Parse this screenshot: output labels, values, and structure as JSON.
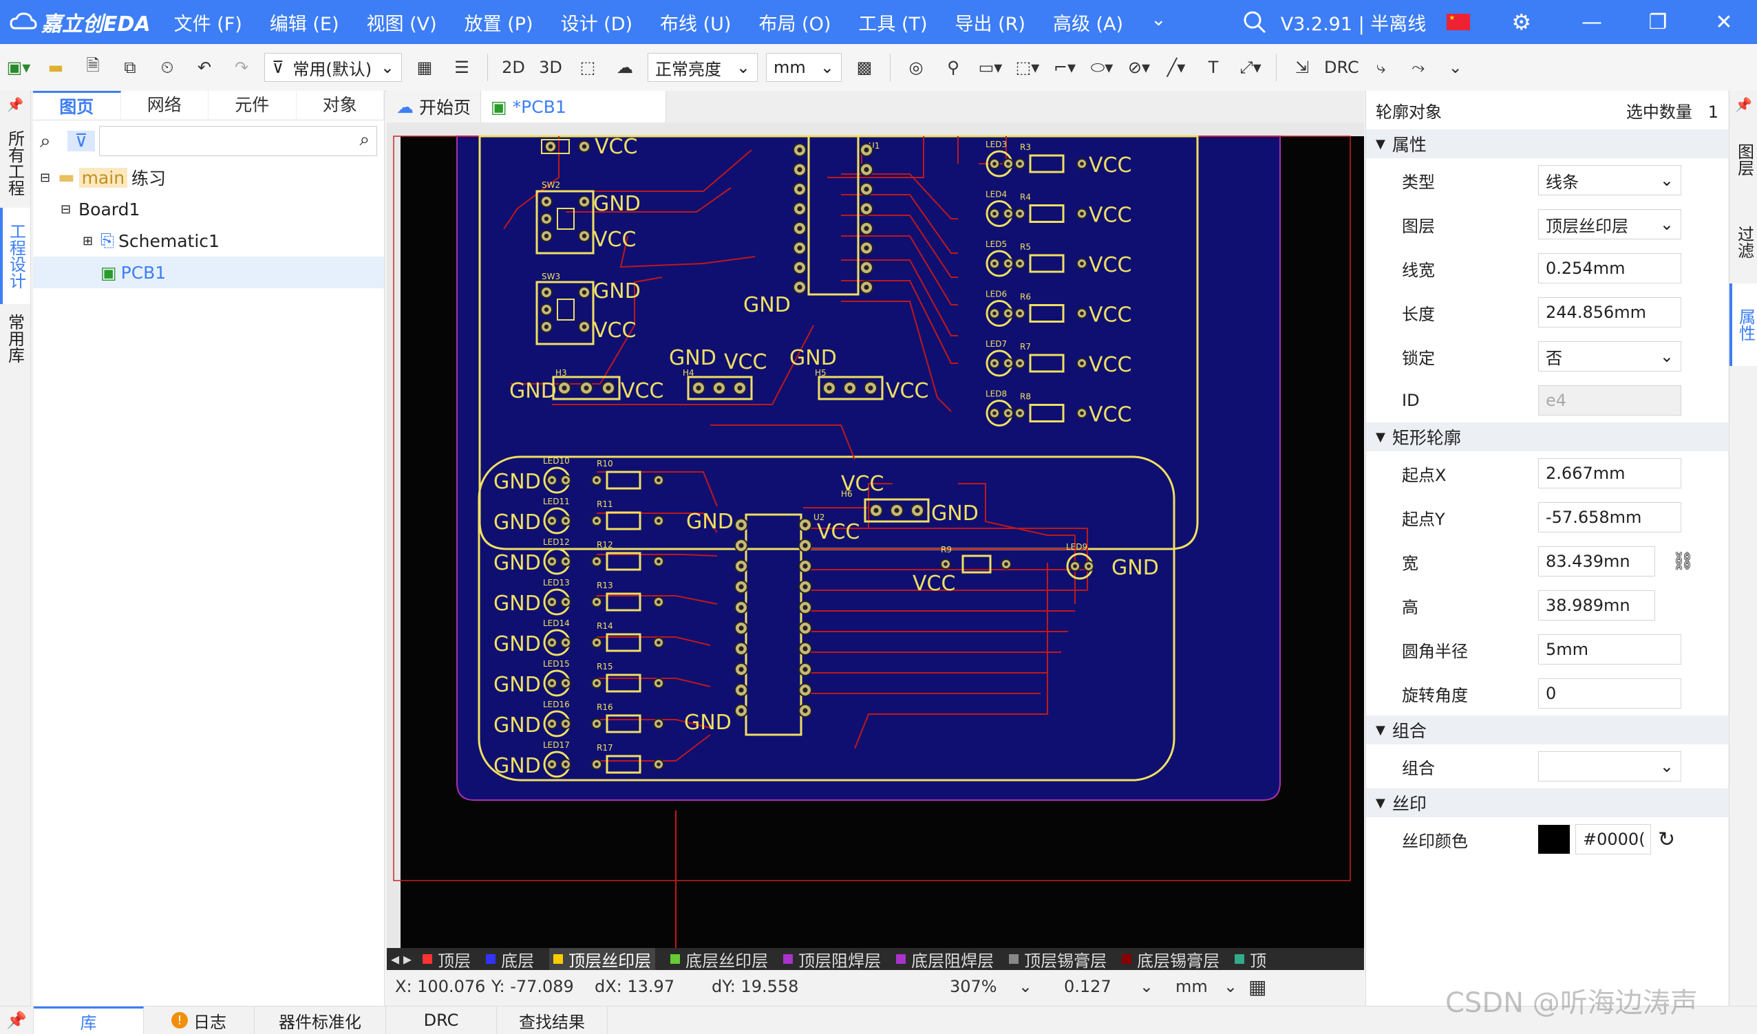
{
  "app": {
    "name": "嘉立创EDA",
    "version": "V3.2.91 | 半离线"
  },
  "menu": [
    "文件 (F)",
    "编辑 (E)",
    "视图 (V)",
    "放置 (P)",
    "设计 (D)",
    "布线 (U)",
    "布局 (O)",
    "工具 (T)",
    "导出 (R)",
    "高级 (A)"
  ],
  "toolbar": {
    "filter": "常用(默认)",
    "mode2d": "2D",
    "mode3d": "3D",
    "brightness": "正常亮度",
    "unit": "mm",
    "drc": "DRC"
  },
  "left_vtabs": [
    "所有工程",
    "工程设计",
    "常用库"
  ],
  "left_panel": {
    "tabs": [
      "图页",
      "网络",
      "元件",
      "对象"
    ],
    "tree": {
      "branch": "main",
      "project": "练习",
      "board": "Board1",
      "schematic": "Schematic1",
      "pcb": "PCB1"
    }
  },
  "doc_tabs": [
    "开始页",
    "*PCB1"
  ],
  "layers": [
    "顶层",
    "底层",
    "顶层丝印层",
    "底层丝印层",
    "顶层阻焊层",
    "底层阻焊层",
    "顶层锡膏层",
    "底层锡膏层",
    "顶"
  ],
  "layer_colors": [
    "#ff3333",
    "#3333ff",
    "#ffcc00",
    "#66cc33",
    "#aa33cc",
    "#aa33cc",
    "#888888",
    "#880000",
    "#33aa88"
  ],
  "status": {
    "x": "X: 100.076",
    "y": "Y: -77.089",
    "dx": "dX:  13.97",
    "dy": "dY: 19.558",
    "zoom": "307%",
    "grid": "0.127",
    "unit": "mm"
  },
  "right_panel": {
    "title": "轮廓对象",
    "count_label": "选中数量",
    "count": "1",
    "section_props": "属性",
    "props": [
      {
        "label": "类型",
        "value": "线条",
        "kind": "select"
      },
      {
        "label": "图层",
        "value": "顶层丝印层",
        "kind": "select"
      },
      {
        "label": "线宽",
        "value": "0.254mm",
        "kind": "input"
      },
      {
        "label": "长度",
        "value": "244.856mm",
        "kind": "input"
      },
      {
        "label": "锁定",
        "value": "否",
        "kind": "select"
      },
      {
        "label": "ID",
        "value": "e4",
        "kind": "disabled"
      }
    ],
    "section_rect": "矩形轮廓",
    "rect": [
      {
        "label": "起点X",
        "value": "2.667mm"
      },
      {
        "label": "起点Y",
        "value": "-57.658mm"
      },
      {
        "label": "宽",
        "value": "83.439mn"
      },
      {
        "label": "高",
        "value": "38.989mn"
      },
      {
        "label": "圆角半径",
        "value": "5mm"
      },
      {
        "label": "旋转角度",
        "value": "0"
      }
    ],
    "section_group": "组合",
    "group_label": "组合",
    "group_value": "",
    "section_silk": "丝印",
    "silk_label": "丝印颜色",
    "silk_value": "#0000("
  },
  "right_vtabs": [
    "图层",
    "过滤",
    "属性"
  ],
  "bottom_tabs": [
    "库",
    "日志",
    "器件标准化",
    "DRC",
    "查找结果"
  ],
  "watermark": "CSDN @听海边涛声",
  "pcb_labels": {
    "vcc": "VCC",
    "gnd": "GND",
    "sw": [
      "SW2",
      "SW3"
    ],
    "h": [
      "H3",
      "H4",
      "H5",
      "H6"
    ],
    "u": [
      "U1",
      "U2"
    ],
    "led_top": [
      "LED3",
      "LED4",
      "LED5",
      "LED6",
      "LED7",
      "LED8"
    ],
    "r_top": [
      "R3",
      "R4",
      "R5",
      "R6",
      "R7",
      "R8"
    ],
    "led_bot": [
      "LED10",
      "LED11",
      "LED12",
      "LED13",
      "LED14",
      "LED15",
      "LED16",
      "LED17"
    ],
    "r_bot": [
      "R10",
      "R11",
      "R12",
      "R13",
      "R14",
      "R15",
      "R16",
      "R17"
    ],
    "led9": "LED9",
    "r9": "R9"
  }
}
